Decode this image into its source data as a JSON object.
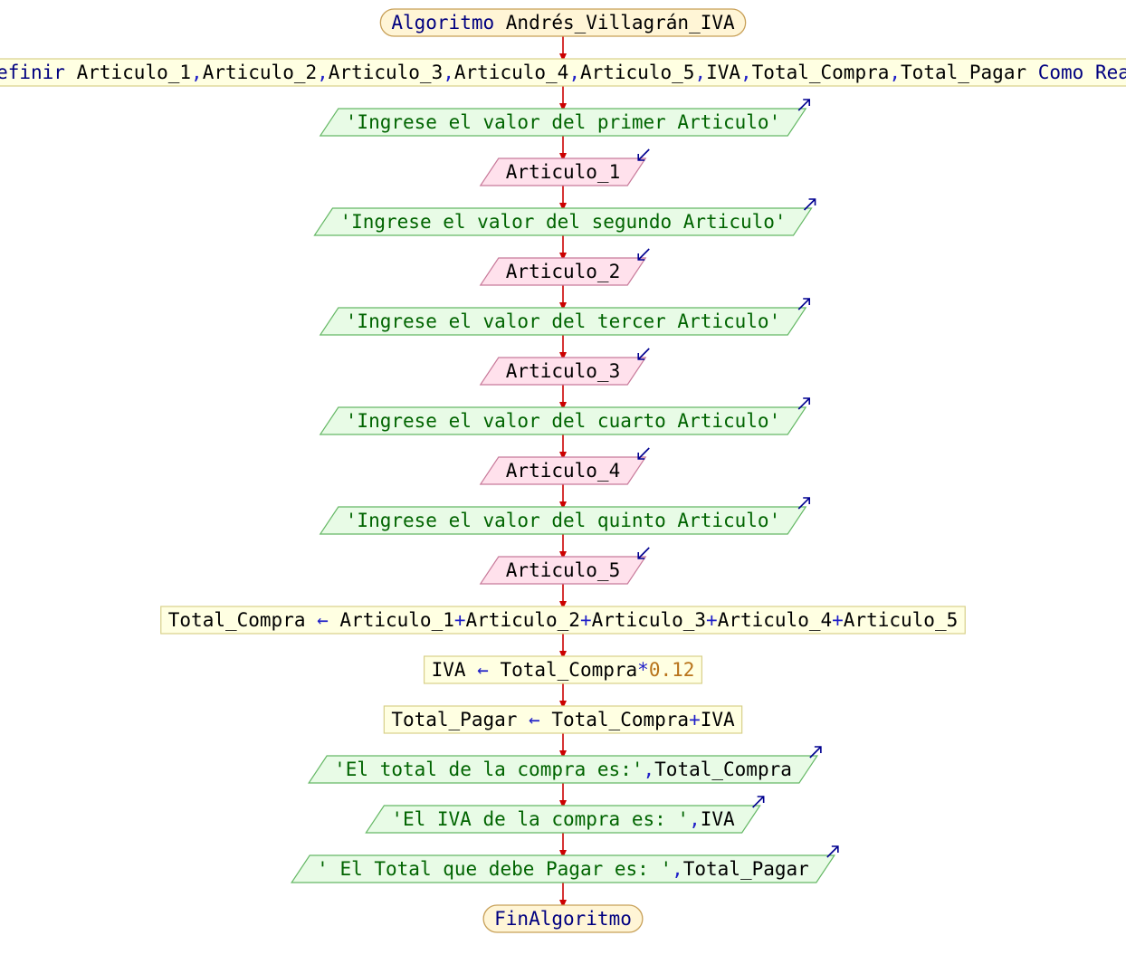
{
  "diagram": {
    "colors": {
      "terminal_fill": "#fff5d6",
      "terminal_stroke": "#c8a058",
      "process_fill": "#ffffe2",
      "process_stroke": "#d8d08a",
      "output_fill": "#e8fbe6",
      "output_stroke": "#66b866",
      "input_fill": "#ffe1ec",
      "input_stroke": "#c87a9a",
      "arrow": "#cc0000",
      "io_arrow": "#000090"
    },
    "nodes": [
      {
        "kind": "terminal",
        "parts": [
          {
            "t": "Algoritmo",
            "c": "kw"
          },
          {
            "t": " Andrés_Villagrán_IVA",
            "c": "id"
          }
        ]
      },
      {
        "kind": "process",
        "parts": [
          {
            "t": "Definir",
            "c": "kw"
          },
          {
            "t": " Articulo_1",
            "c": "id"
          },
          {
            "t": ",",
            "c": "op"
          },
          {
            "t": "Articulo_2",
            "c": "id"
          },
          {
            "t": ",",
            "c": "op"
          },
          {
            "t": "Articulo_3",
            "c": "id"
          },
          {
            "t": ",",
            "c": "op"
          },
          {
            "t": "Articulo_4",
            "c": "id"
          },
          {
            "t": ",",
            "c": "op"
          },
          {
            "t": "Articulo_5",
            "c": "id"
          },
          {
            "t": ",",
            "c": "op"
          },
          {
            "t": "IVA",
            "c": "id"
          },
          {
            "t": ",",
            "c": "op"
          },
          {
            "t": "Total_Compra",
            "c": "id"
          },
          {
            "t": ",",
            "c": "op"
          },
          {
            "t": "Total_Pagar",
            "c": "id"
          },
          {
            "t": " Como",
            "c": "kw"
          },
          {
            "t": " Real",
            "c": "kw"
          }
        ]
      },
      {
        "kind": "output",
        "parts": [
          {
            "t": "'Ingrese el valor del primer Articulo'",
            "c": "str"
          }
        ]
      },
      {
        "kind": "input",
        "parts": [
          {
            "t": "Articulo_1",
            "c": "id"
          }
        ]
      },
      {
        "kind": "output",
        "parts": [
          {
            "t": "'Ingrese el valor del segundo Articulo'",
            "c": "str"
          }
        ]
      },
      {
        "kind": "input",
        "parts": [
          {
            "t": "Articulo_2",
            "c": "id"
          }
        ]
      },
      {
        "kind": "output",
        "parts": [
          {
            "t": "'Ingrese el valor del tercer Articulo'",
            "c": "str"
          }
        ]
      },
      {
        "kind": "input",
        "parts": [
          {
            "t": "Articulo_3",
            "c": "id"
          }
        ]
      },
      {
        "kind": "output",
        "parts": [
          {
            "t": "'Ingrese el valor del cuarto Articulo'",
            "c": "str"
          }
        ]
      },
      {
        "kind": "input",
        "parts": [
          {
            "t": "Articulo_4",
            "c": "id"
          }
        ]
      },
      {
        "kind": "output",
        "parts": [
          {
            "t": "'Ingrese el valor del quinto Articulo'",
            "c": "str"
          }
        ]
      },
      {
        "kind": "input",
        "parts": [
          {
            "t": "Articulo_5",
            "c": "id"
          }
        ]
      },
      {
        "kind": "process",
        "parts": [
          {
            "t": "Total_Compra",
            "c": "id"
          },
          {
            "t": " ← ",
            "c": "op"
          },
          {
            "t": "Articulo_1",
            "c": "id"
          },
          {
            "t": "+",
            "c": "op"
          },
          {
            "t": "Articulo_2",
            "c": "id"
          },
          {
            "t": "+",
            "c": "op"
          },
          {
            "t": "Articulo_3",
            "c": "id"
          },
          {
            "t": "+",
            "c": "op"
          },
          {
            "t": "Articulo_4",
            "c": "id"
          },
          {
            "t": "+",
            "c": "op"
          },
          {
            "t": "Articulo_5",
            "c": "id"
          }
        ]
      },
      {
        "kind": "process",
        "parts": [
          {
            "t": "IVA",
            "c": "id"
          },
          {
            "t": " ← ",
            "c": "op"
          },
          {
            "t": "Total_Compra",
            "c": "id"
          },
          {
            "t": "*",
            "c": "op"
          },
          {
            "t": "0.12",
            "c": "num"
          }
        ]
      },
      {
        "kind": "process",
        "parts": [
          {
            "t": "Total_Pagar",
            "c": "id"
          },
          {
            "t": " ← ",
            "c": "op"
          },
          {
            "t": "Total_Compra",
            "c": "id"
          },
          {
            "t": "+",
            "c": "op"
          },
          {
            "t": "IVA",
            "c": "id"
          }
        ]
      },
      {
        "kind": "output",
        "parts": [
          {
            "t": "'El total de la compra es:'",
            "c": "str"
          },
          {
            "t": ",",
            "c": "op"
          },
          {
            "t": "Total_Compra",
            "c": "id"
          }
        ]
      },
      {
        "kind": "output",
        "parts": [
          {
            "t": "'El IVA de la compra es: '",
            "c": "str"
          },
          {
            "t": ",",
            "c": "op"
          },
          {
            "t": "IVA",
            "c": "id"
          }
        ]
      },
      {
        "kind": "output",
        "parts": [
          {
            "t": "' El Total que debe Pagar es: '",
            "c": "str"
          },
          {
            "t": ",",
            "c": "op"
          },
          {
            "t": "Total_Pagar",
            "c": "id"
          }
        ]
      },
      {
        "kind": "terminal",
        "parts": [
          {
            "t": "FinAlgoritmo",
            "c": "kw"
          }
        ]
      }
    ]
  }
}
